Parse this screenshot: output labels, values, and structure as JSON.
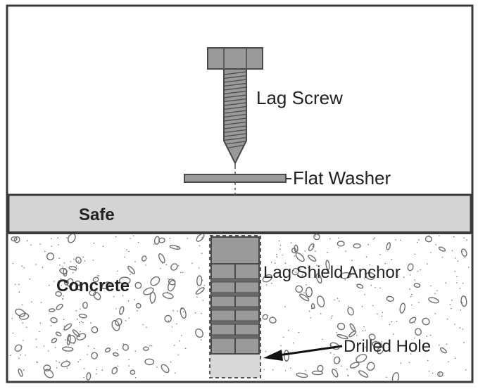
{
  "labels": {
    "lag_screw": "Lag Screw",
    "flat_washer": "Flat Washer",
    "safe": "Safe",
    "concrete": "Concrete",
    "lag_shield_anchor": "Lag Shield Anchor",
    "drilled_hole": "Drilled Hole"
  },
  "colors": {
    "frame": "#3a3a3a",
    "safe_fill": "#d4d4d4",
    "metal_fill": "#9a9a9a",
    "metal_stroke": "#4a4a4a",
    "hole_fill": "#d8d8d8",
    "aggregate_stroke": "#6e6e6e"
  }
}
